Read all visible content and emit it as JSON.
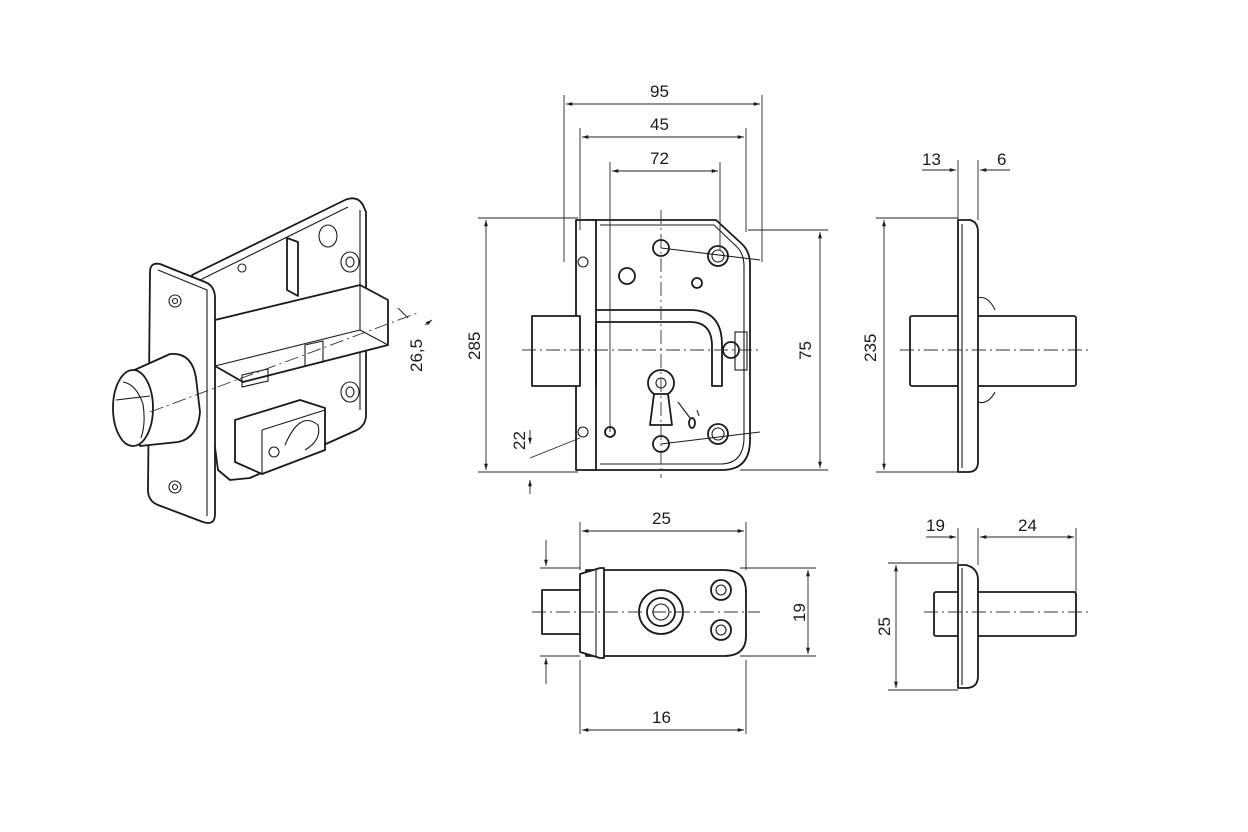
{
  "dimensions": {
    "front_width_95": "95",
    "front_width_45": "45",
    "front_hole_spacing_72": "72",
    "front_height_285": "285",
    "front_backset_22": "22",
    "front_case_height_75": "75",
    "side_plate_13": "13",
    "side_plate_6": "6",
    "side_height_235": "235",
    "top_width_25": "25",
    "top_depth_19": "19",
    "top_bottom_16": "16",
    "end_19": "19",
    "end_24": "24",
    "end_height_25": "25",
    "iso_26_5": "26,5"
  },
  "colors": {
    "line": "#1a1a1a",
    "background": "#ffffff"
  }
}
